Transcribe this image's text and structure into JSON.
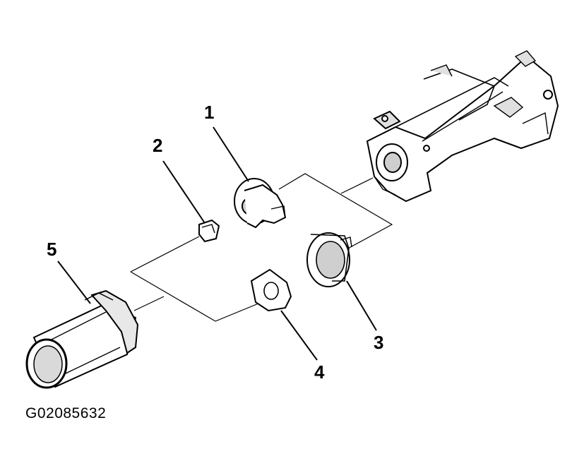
{
  "callouts": {
    "part1": "1",
    "part2": "2",
    "part3": "3",
    "part4": "4",
    "part5": "5"
  },
  "figure_id": "G02085632",
  "colors": {
    "line": "#000000",
    "fill": "#ffffff",
    "shade": "#bdbdbd"
  }
}
